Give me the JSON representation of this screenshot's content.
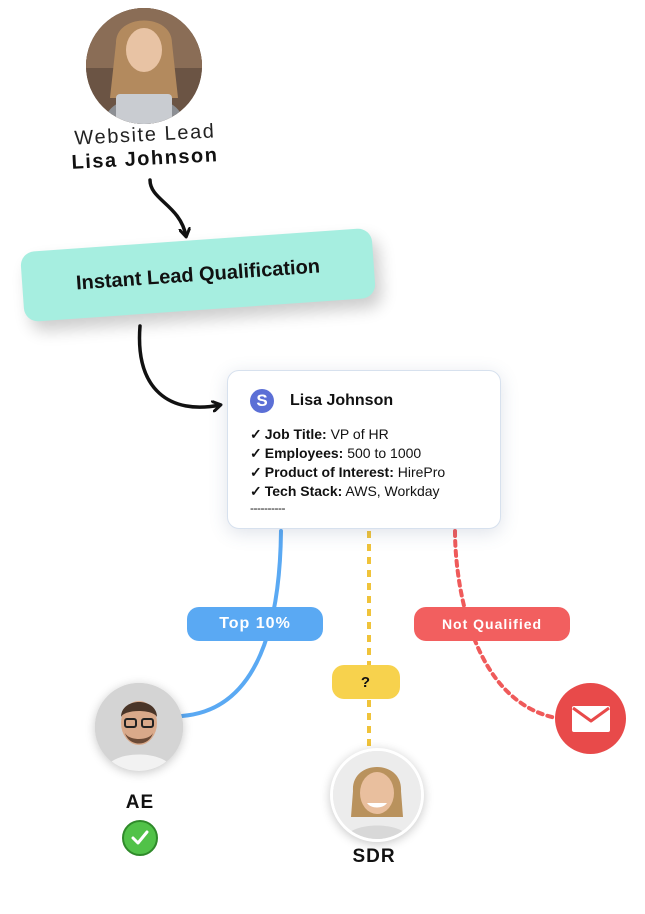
{
  "lead": {
    "source_label": "Website Lead",
    "name": "Lisa Johnson",
    "avatar": "woman-with-laptop-photo"
  },
  "qualification": {
    "label": "Instant Lead Qualification",
    "color": "#a6eee0"
  },
  "card": {
    "logo_icon": "s-logo-icon",
    "logo_letter": "S",
    "name": "Lisa Johnson",
    "rows": [
      {
        "check": "✓",
        "label": "Job Title:",
        "value": "VP of HR"
      },
      {
        "check": "✓",
        "label": "Employees:",
        "value": "500 to 1000"
      },
      {
        "check": "✓",
        "label": "Product of Interest:",
        "value": "HirePro"
      },
      {
        "check": "✓",
        "label": "Tech Stack:",
        "value": "AWS, Workday"
      }
    ],
    "dashes": "----------"
  },
  "routes": {
    "top": {
      "label": "Top 10%",
      "color": "#5aa9f3"
    },
    "unsure": {
      "label": "?",
      "color": "#f7d24d"
    },
    "not_qualified": {
      "label": "Not Qualified",
      "color": "#f25f5f"
    }
  },
  "ae": {
    "label": "AE",
    "avatar": "man-with-glasses-photo",
    "badge_icon": "check-circle-icon"
  },
  "sdr": {
    "label": "SDR",
    "avatar": "smiling-woman-photo"
  },
  "email": {
    "icon": "envelope-icon",
    "color": "#e84a4a"
  }
}
